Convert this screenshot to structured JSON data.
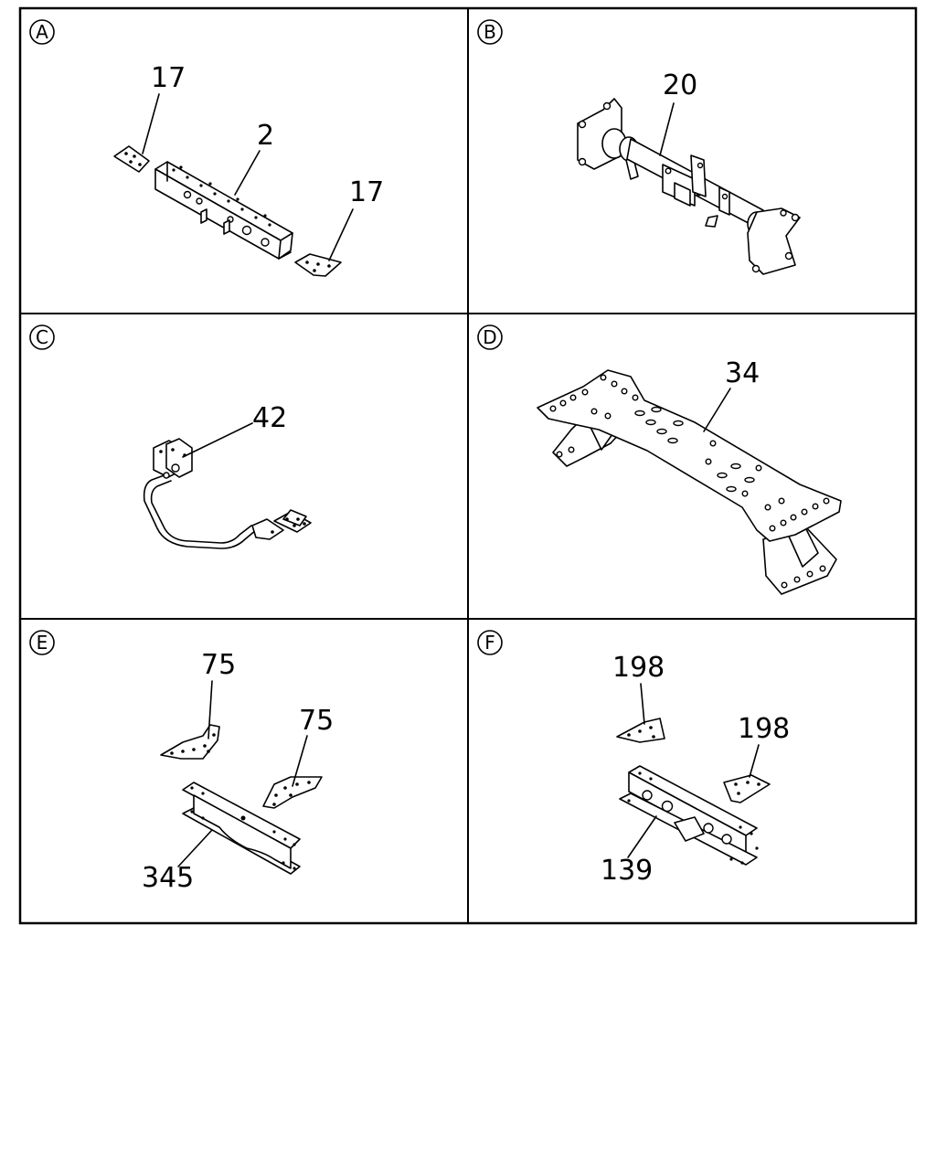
{
  "panels": [
    {
      "letter": "A",
      "labels": [
        "17",
        "2",
        "17"
      ]
    },
    {
      "letter": "B",
      "labels": [
        "20"
      ]
    },
    {
      "letter": "C",
      "labels": [
        "42"
      ]
    },
    {
      "letter": "D",
      "labels": [
        "34"
      ]
    },
    {
      "letter": "E",
      "labels": [
        "75",
        "75",
        "345"
      ]
    },
    {
      "letter": "F",
      "labels": [
        "198",
        "198",
        "139"
      ]
    }
  ]
}
